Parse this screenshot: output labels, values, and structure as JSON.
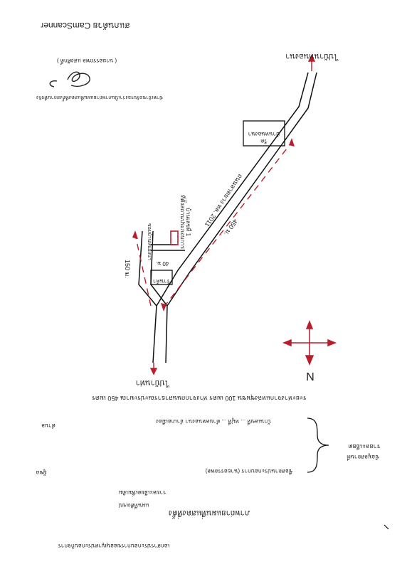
{
  "header": {
    "scanner_credit": "สแกนด้วย CamScanner",
    "certifier_name": "( นายอรรถพล แสงศักดิ์ )",
    "certification_note": "ข้าพเจ้าขอรับรองว่าเป็นภาพถ่ายแผนที่แสดงที่ตั้งสถานที่จริง"
  },
  "map": {
    "north_label": "N",
    "labels": {
      "top_destination": "ไปบ้านหนองนา",
      "bottom_destination": "ไปบ้านท่า",
      "road_name": "ถนนลาดยาง ทล. 2011",
      "distance_main": "450 ม.",
      "distance_branch": "150 ม.",
      "distance_lane": "40 ม.",
      "house_label_line1": "บ้านเลขที่ 1",
      "house_label_line2": "ที่ตั้งสถานประกอบการ",
      "landmark_top_line1": "วัด",
      "landmark_top_line2": "บ้านหนองนา",
      "landmark_junction": "ร้านค้า",
      "lane_label": "ซอยบ้านหนองนา"
    }
  },
  "footer": {
    "description_line": "ระยะห่างจากแหล่งชุมชน 100 เมตร ห่างจากถนนสาธารณะประมาณ 450 เมตร",
    "section_heading": "รายละเอียด",
    "brace_label": "ข้อมูลสถานที่",
    "row1_label": "ตำบล",
    "row1_value": "บ้านเลขที่ ... หมู่ที่ ... ตำบลหนองนา อำเภอเมือง",
    "row2_value": "ชื่อสถานประกอบการ (นายอรรถพล)",
    "row2_label": "ผู้ขอ",
    "sub_heading": "แผนที่สังเขป",
    "sub_heading_note": "รายละเอียดเพิ่มเติม",
    "doc_title": "ภาพถ่ายแผนที่แสดงที่ตั้ง",
    "doc_footer": "เอกสารประกอบการขออนุญาตประกอบกิจการ"
  }
}
